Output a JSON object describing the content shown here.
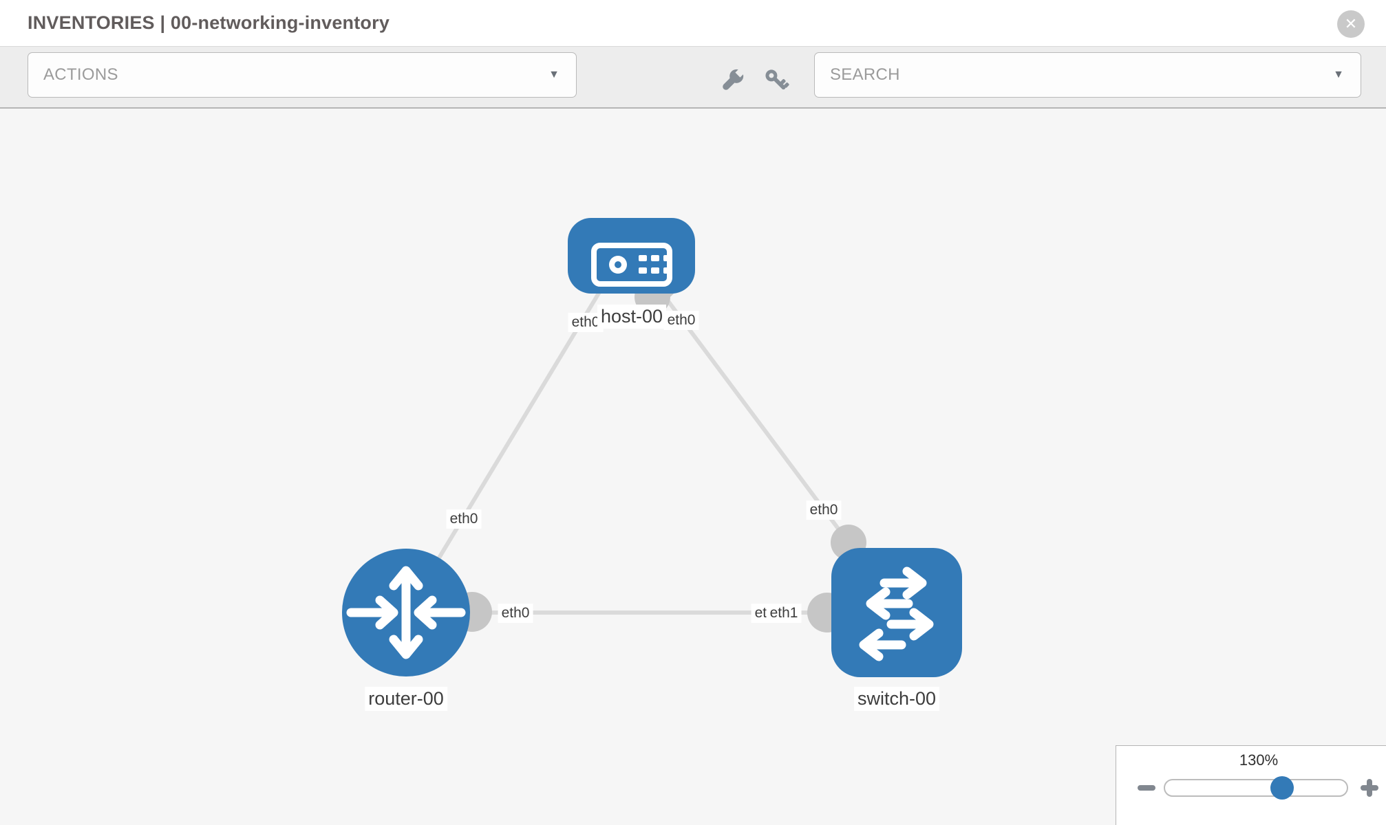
{
  "header": {
    "title": "INVENTORIES | 00-networking-inventory"
  },
  "toolbar": {
    "actions": {
      "label": "ACTIONS"
    },
    "search": {
      "label": "SEARCH"
    }
  },
  "icons": {
    "close": "✕",
    "caret_down": "▼",
    "wrench": "wrench-icon",
    "key": "key-icon",
    "minus": "minus-icon",
    "plus": "plus-icon"
  },
  "topology": {
    "nodes": [
      {
        "id": "host-00",
        "type": "host",
        "label": "host-00"
      },
      {
        "id": "router-00",
        "type": "router",
        "label": "router-00"
      },
      {
        "id": "switch-00",
        "type": "switch",
        "label": "switch-00"
      }
    ],
    "links": [
      {
        "source": "host-00",
        "target": "router-00",
        "source_interface": "eth0",
        "target_interface": "eth0"
      },
      {
        "source": "host-00",
        "target": "switch-00",
        "source_interface": "eth0",
        "target_interface": "eth0"
      },
      {
        "source": "router-00",
        "target": "switch-00",
        "source_interface": "eth0",
        "target_interface": "eth1",
        "target_interface_overlapped": "eth1"
      }
    ]
  },
  "zoom_control": {
    "value": "130%"
  },
  "colors": {
    "node_blue": "#337ab7",
    "link_gray": "#dadada",
    "endpoint_gray": "#c6c6c6",
    "canvas_bg": "#f6f6f6",
    "toolbar_bg": "#ededed"
  }
}
